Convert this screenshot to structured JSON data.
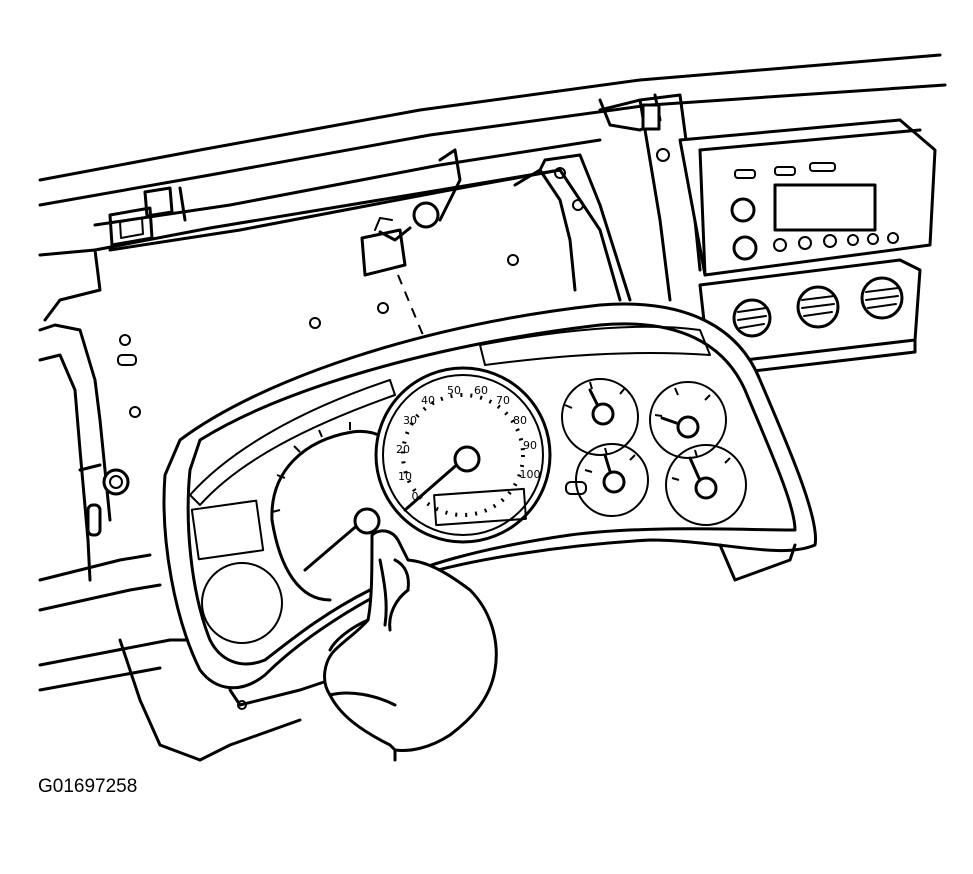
{
  "figure": {
    "id": "G01697258"
  },
  "speedometer": {
    "scale_labels": [
      "0",
      "10",
      "20",
      "30",
      "40",
      "50",
      "60",
      "70",
      "80",
      "90",
      "100"
    ]
  }
}
